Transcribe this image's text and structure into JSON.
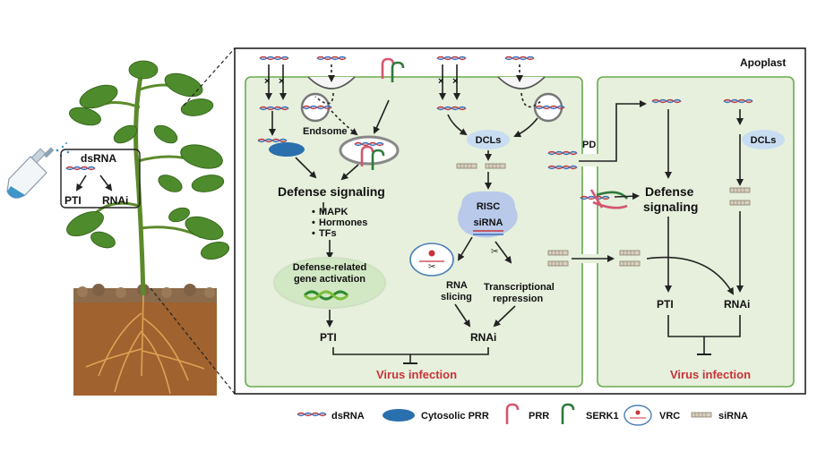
{
  "panel": {
    "apoplast": "Apoplast"
  },
  "plant": {
    "dsrna": "dsRNA",
    "pti": "PTI",
    "rnai": "RNAi"
  },
  "left_cell": {
    "endosome": "Endsome",
    "defense_signaling": "Defense signaling",
    "bullets": [
      "MAPK",
      "Hormones",
      "TFs"
    ],
    "gene_activation_line1": "Defense-related",
    "gene_activation_line2": "gene activation",
    "pti": "PTI",
    "dcls": "DCLs",
    "risc": "RISC",
    "sirna": "siRNA",
    "rna_slicing_line1": "RNA",
    "rna_slicing_line2": "slicing",
    "transcriptional_line1": "Transcriptional",
    "transcriptional_line2": "repression",
    "rnai": "RNAi",
    "virus_infection": "Virus infection"
  },
  "middle": {
    "pd": "PD"
  },
  "right_cell": {
    "dcls": "DCLs",
    "defense_line1": "Defense",
    "defense_line2": "signaling",
    "pti": "PTI",
    "rnai": "RNAi",
    "virus_infection": "Virus infection"
  },
  "legend": {
    "dsrna": "dsRNA",
    "cytosolic_prr": "Cytosolic PRR",
    "prr": "PRR",
    "serk1": "SERK1",
    "vrc": "VRC",
    "sirna": "siRNA"
  },
  "colors": {
    "cell_fill": "#e6f0dc",
    "cell_border": "#6aaa4f",
    "panel_border": "#222222",
    "red_text": "#c8323a",
    "dcl_fill": "#c9ddf2",
    "risc_fill": "#b8c9ea",
    "prr_color": "#d4566e",
    "serk1_color": "#2f7a3a",
    "cytosolic_prr_color": "#2a6fae"
  }
}
